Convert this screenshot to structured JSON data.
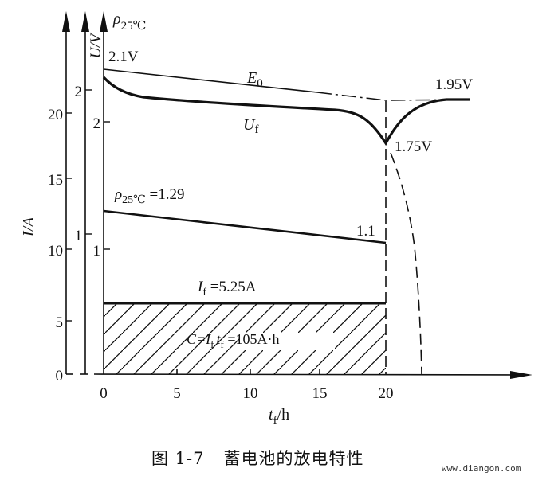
{
  "chart_data": {
    "type": "line",
    "title": "图 1-7 蓄电池的放电特性",
    "xlabel": "t_f/h",
    "x_ticks": [
      0,
      5,
      10,
      15,
      20
    ],
    "xlim": [
      -1,
      29
    ],
    "axes": [
      {
        "name": "current",
        "label": "I/A",
        "ticks": [
          0,
          5,
          10,
          15,
          20
        ]
      },
      {
        "name": "voltage",
        "label": "U/V",
        "ticks": [
          "2"
        ]
      },
      {
        "name": "density",
        "label": "ρ25℃",
        "ticks": [
          "2",
          "1",
          "1"
        ]
      }
    ],
    "grid": false,
    "series": [
      {
        "name": "E0",
        "label": "E0",
        "style": "solid then dash-dot",
        "x": [
          0,
          20,
          25
        ],
        "y_volts": [
          2.1,
          1.95,
          1.95
        ],
        "annotations": [
          "2.1V",
          "1.95V"
        ]
      },
      {
        "name": "Uf",
        "label": "Uf",
        "style": "thick solid",
        "x": [
          0,
          1,
          2,
          5,
          10,
          15,
          18,
          19,
          20,
          21,
          22,
          23,
          25
        ],
        "y_volts": [
          2.06,
          2.01,
          1.99,
          1.98,
          1.97,
          1.96,
          1.93,
          1.89,
          1.75,
          1.85,
          1.9,
          1.93,
          1.95
        ],
        "annotations": [
          "1.75V",
          "1.95V"
        ]
      },
      {
        "name": "density",
        "label": "ρ25℃ =1.29",
        "style": "solid",
        "x": [
          0,
          20
        ],
        "y": [
          1.29,
          1.1
        ],
        "annotations": [
          "ρ25℃ =1.29",
          "1.1"
        ]
      },
      {
        "name": "If",
        "label": "If =5.25A",
        "style": "thick solid (hatched area below)",
        "x": [
          0,
          20
        ],
        "y_amps": [
          5.25,
          5.25
        ]
      },
      {
        "name": "cutoff",
        "label": "",
        "style": "dashed vertical",
        "x": [
          20,
          20
        ],
        "y_amps": [
          0,
          22
        ]
      },
      {
        "name": "voltage-collapse",
        "label": "",
        "style": "dashed curve",
        "x": [
          20.2,
          21,
          22,
          22.5,
          22.7
        ],
        "y_amps": [
          16,
          13,
          8,
          3,
          0
        ]
      }
    ],
    "annotations": {
      "e0_label": "E0",
      "uf_label": "Uf",
      "start_voltage": "2.1V",
      "end_voltage": "1.75V",
      "recovery_voltage": "1.95V",
      "density_start": "ρ25℃ =1.29",
      "density_end": "1.1",
      "current_label": "If =5.25A",
      "capacity_label": "C=If tf =105A·h"
    }
  },
  "figure": {
    "caption_number": "图 1-7",
    "caption_text": "蓄电池的放电特性",
    "watermark": "www.diangon.com"
  },
  "axes_text": {
    "i_axis_label": "I/A",
    "u_axis_label": "U/V",
    "rho_axis_label": "ρ",
    "rho_sub": "25℃",
    "x_axis_label_main": "t",
    "x_axis_label_sub": "f",
    "x_axis_label_unit": "/h",
    "i_ticks": [
      "0",
      "5",
      "10",
      "15",
      "20"
    ],
    "u_ticks": [
      "2",
      "1"
    ],
    "rho_ticks": [
      "2",
      "1"
    ],
    "x_ticks": [
      "0",
      "5",
      "10",
      "15",
      "20"
    ]
  },
  "labels": {
    "v_start": "2.1V",
    "e0": "E",
    "e0_sub": "0",
    "uf": "U",
    "uf_sub": "f",
    "v_min": "1.75V",
    "v_rec": "1.95V",
    "rho": "ρ",
    "rho_sub": "25℃",
    "rho_val": " =1.29",
    "rho_end": "1.1",
    "if": "I",
    "if_sub": "f",
    "if_val": " =5.25A",
    "cap_c": "C=",
    "cap_i": "I",
    "cap_i_sub": "f",
    "cap_t": "t",
    "cap_t_sub": "f",
    "cap_val": " =105A·h"
  }
}
